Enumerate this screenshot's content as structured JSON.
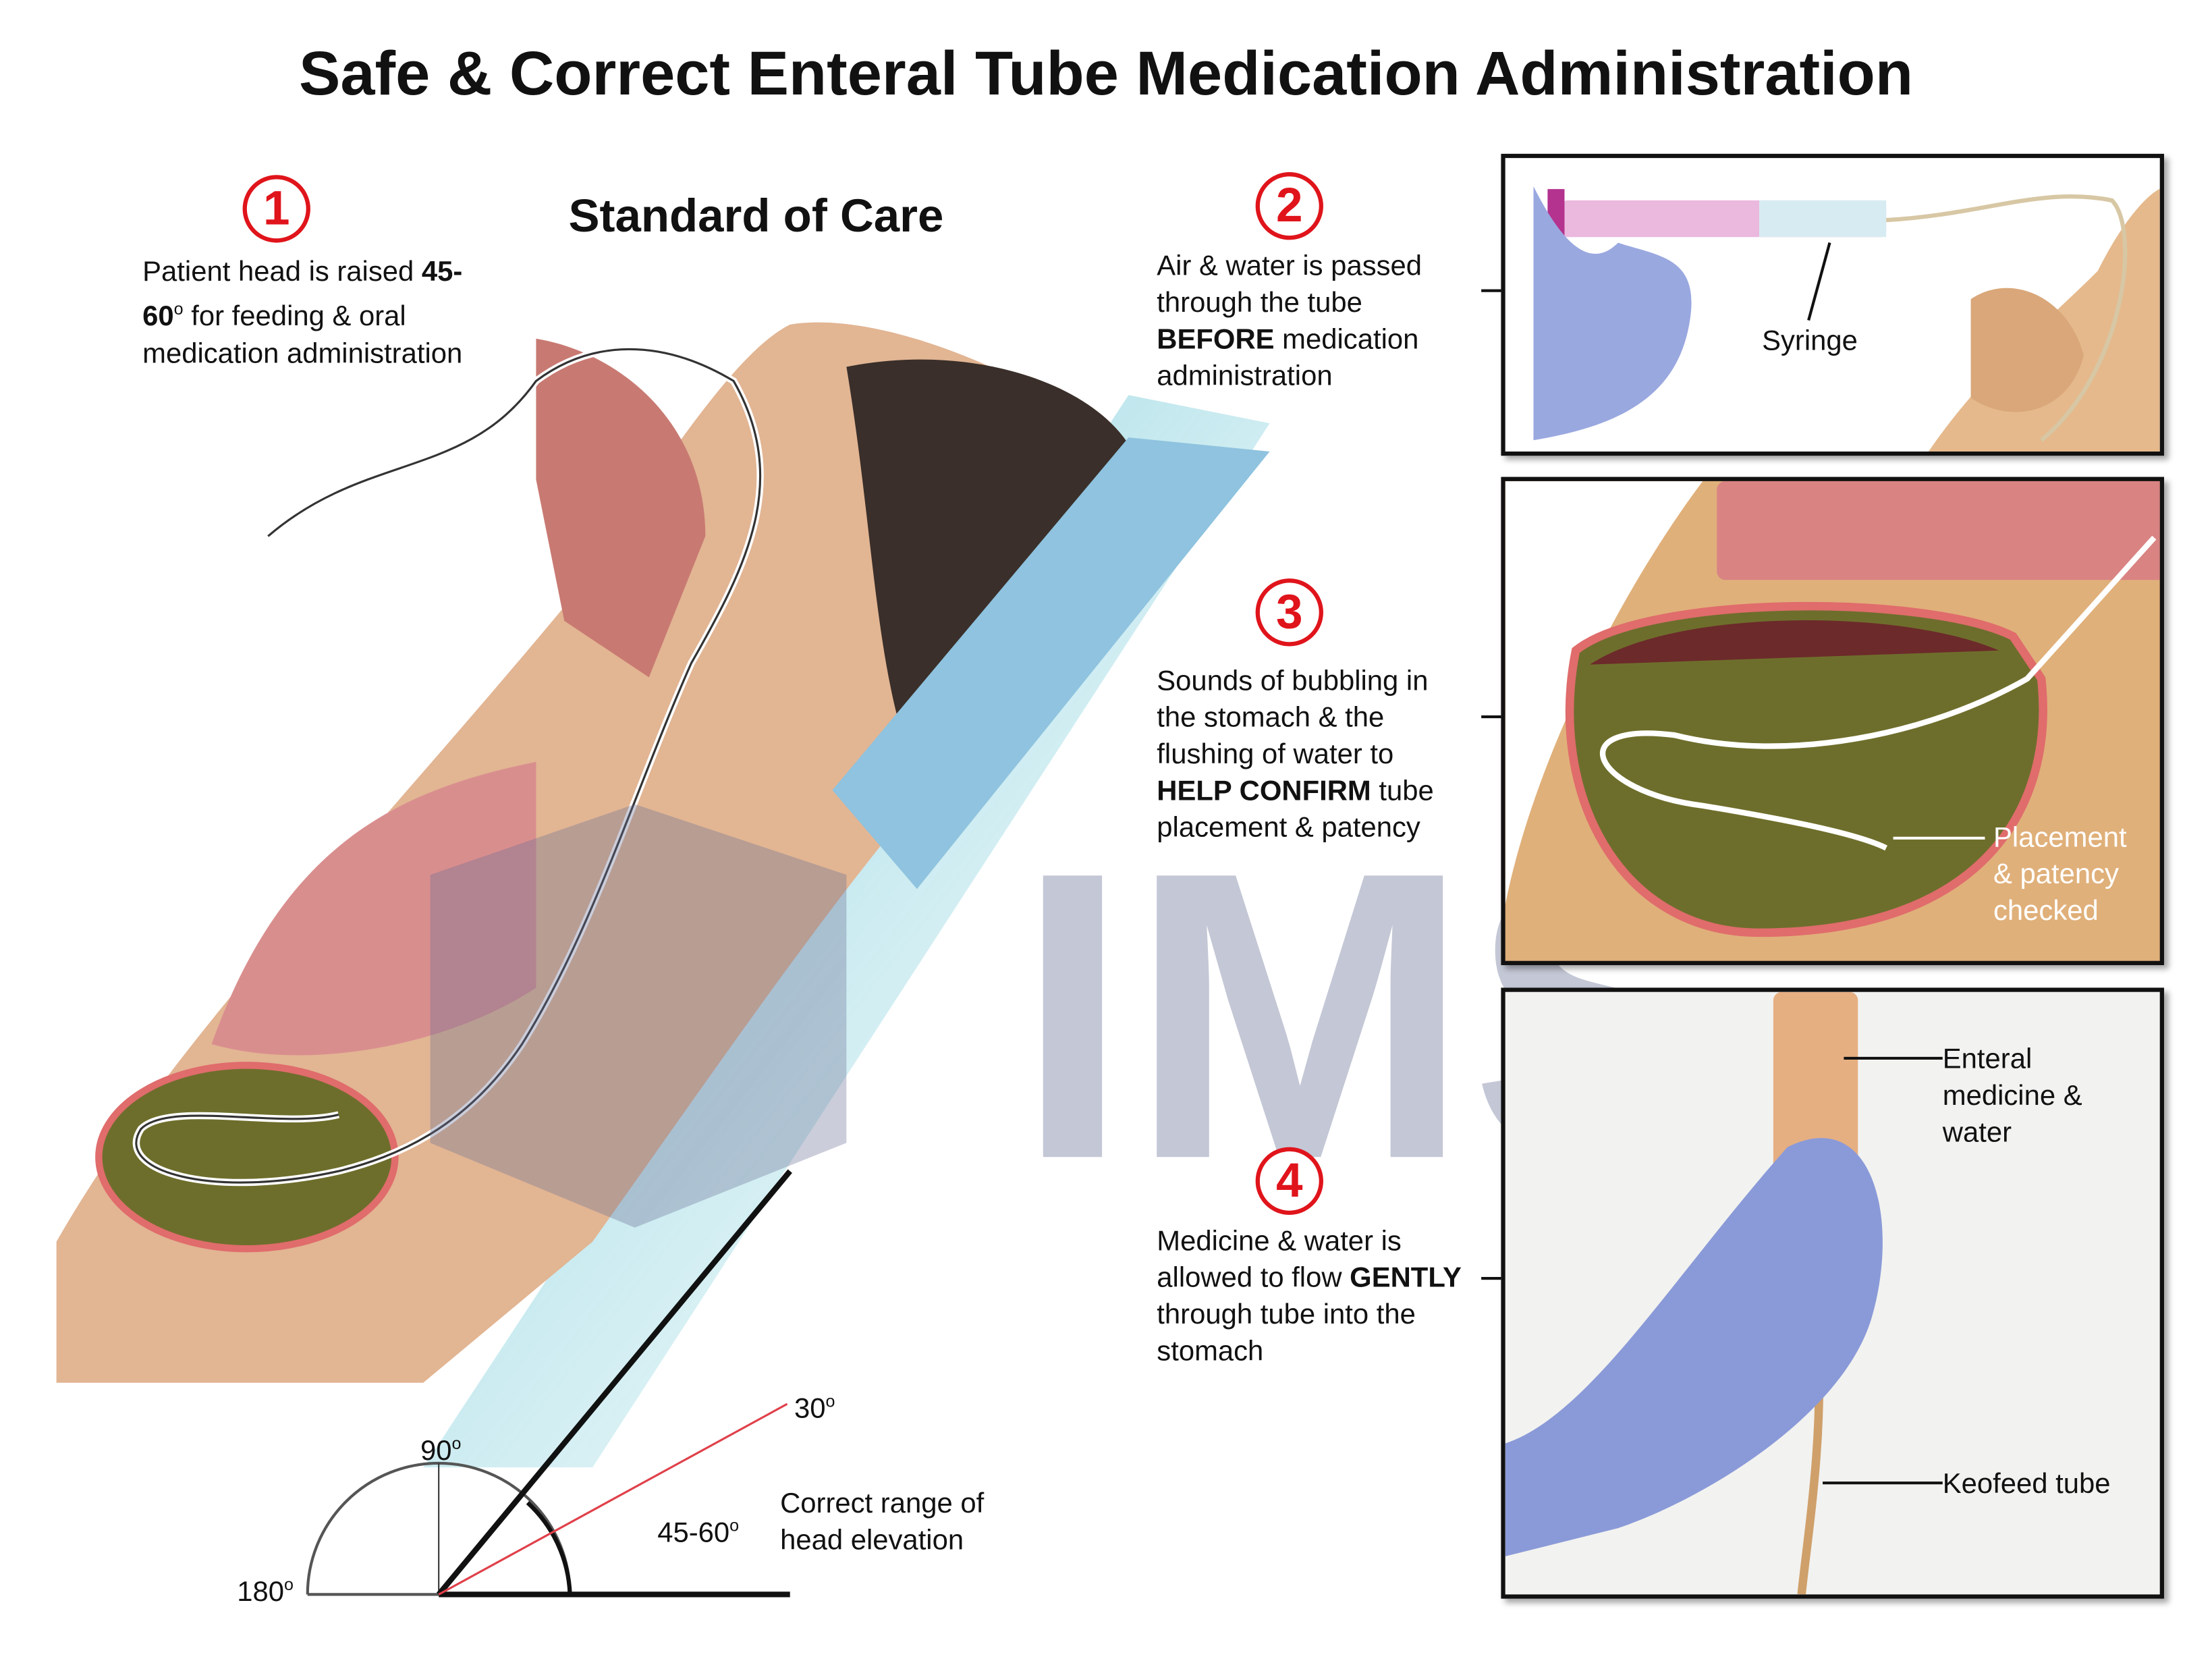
{
  "title": "Safe & Correct Enteral Tube Medication Administration",
  "subtitle": "Standard of Care",
  "steps": [
    {
      "number": "1",
      "text_before": "Patient head is raised",
      "bold": "45-60",
      "degree": "o",
      "text_after": "for feeding & oral medication administration"
    },
    {
      "number": "2",
      "text_before": "Air & water is passed through the tube",
      "bold": "BEFORE",
      "text_after": "medication administration"
    },
    {
      "number": "3",
      "text_before": "Sounds of bubbling in the stomach & the flushing of water to",
      "bold": "HELP CONFIRM",
      "text_after": "tube placement & patency"
    },
    {
      "number": "4",
      "text_before": "Medicine & water is allowed to flow",
      "bold": "GENTLY",
      "text_after": "through tube into the stomach"
    }
  ],
  "panel_labels": {
    "syringe": "Syringe",
    "placement": "Placement & patency checked",
    "enteral": "Enteral medicine & water",
    "keofeed": "Keofeed tube"
  },
  "angle_diagram": {
    "label_90": "90",
    "label_180": "180",
    "label_30": "30",
    "label_range": "45-60",
    "degree": "o",
    "caption": "Correct range of head elevation"
  },
  "watermark": "IMS",
  "colors": {
    "accent_red": "#e0141b",
    "stomach_green": "#6e6e2c",
    "glove_blue": "#8a9ad8"
  }
}
